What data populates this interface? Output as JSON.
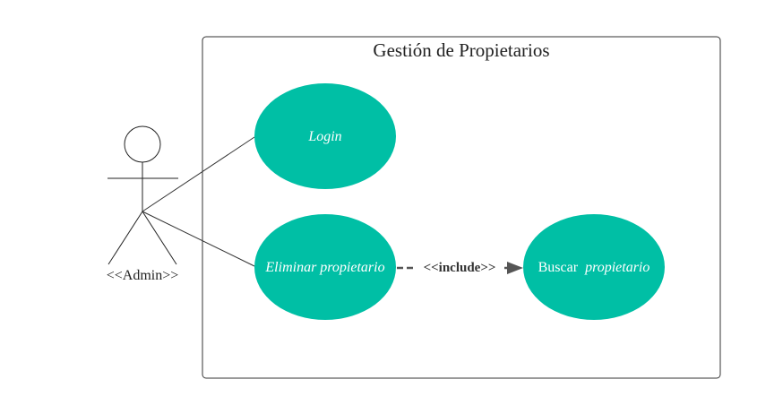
{
  "diagram": {
    "type": "uml-use-case",
    "system_title": "Gestión de Propietarios",
    "actor": {
      "label": "<<Admin>>"
    },
    "use_cases": [
      {
        "id": "login",
        "label": "Login",
        "italic": true
      },
      {
        "id": "eliminar",
        "label": "Eliminar propietario",
        "italic": true
      },
      {
        "id": "buscar",
        "label_plain": "Buscar",
        "label_italic": "propietario"
      }
    ],
    "relationships": [
      {
        "type": "association",
        "from": "actor",
        "to": "login"
      },
      {
        "type": "association",
        "from": "actor",
        "to": "eliminar"
      },
      {
        "type": "include",
        "from": "eliminar",
        "to": "buscar",
        "label": "<<include>>"
      }
    ],
    "colors": {
      "use_case_fill": "#00BFA5",
      "use_case_text": "#ffffff",
      "line": "#333333",
      "include_arrow": "#555555",
      "boundary": "#333333"
    }
  }
}
